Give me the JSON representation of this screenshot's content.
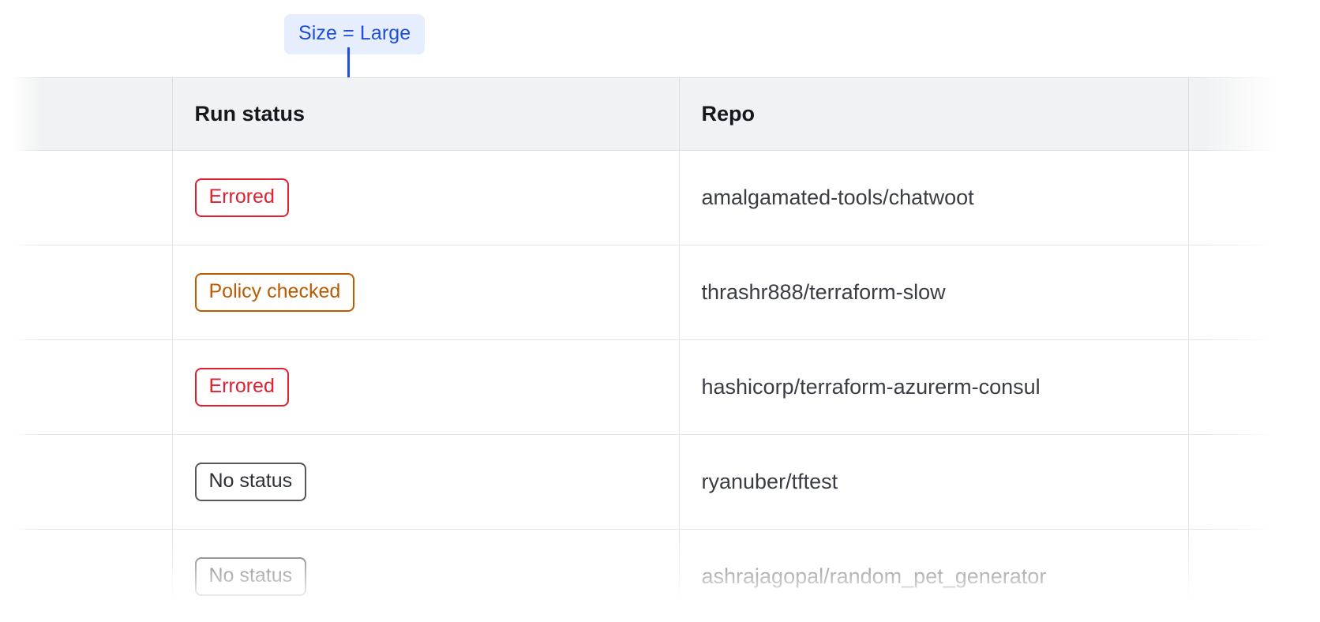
{
  "annotation": {
    "label": "Size = Large",
    "accent_color": "#1f4fd8",
    "background_color": "#e6edfd"
  },
  "table": {
    "columns": [
      {
        "key": "spacer",
        "label": ""
      },
      {
        "key": "run_status",
        "label": "Run status"
      },
      {
        "key": "repo",
        "label": "Repo"
      },
      {
        "key": "tail",
        "label": ""
      }
    ],
    "rows": [
      {
        "status": "Errored",
        "status_variant": "errored",
        "repo": "amalgamated-tools/chatwoot"
      },
      {
        "status": "Policy checked",
        "status_variant": "policy-checked",
        "repo": "thrashr888/terraform-slow"
      },
      {
        "status": "Errored",
        "status_variant": "errored",
        "repo": "hashicorp/terraform-azurerm-consul"
      },
      {
        "status": "No status",
        "status_variant": "no-status",
        "repo": "ryanuber/tftest"
      },
      {
        "status": "No status",
        "status_variant": "no-status",
        "repo": "ashrajagopal/random_pet_generator"
      }
    ]
  },
  "colors": {
    "errored": "#e0202e",
    "policy_checked": "#bb5a00",
    "no_status": "#55585f",
    "header_background": "#f1f2f3",
    "border": "#e4e6e8"
  }
}
